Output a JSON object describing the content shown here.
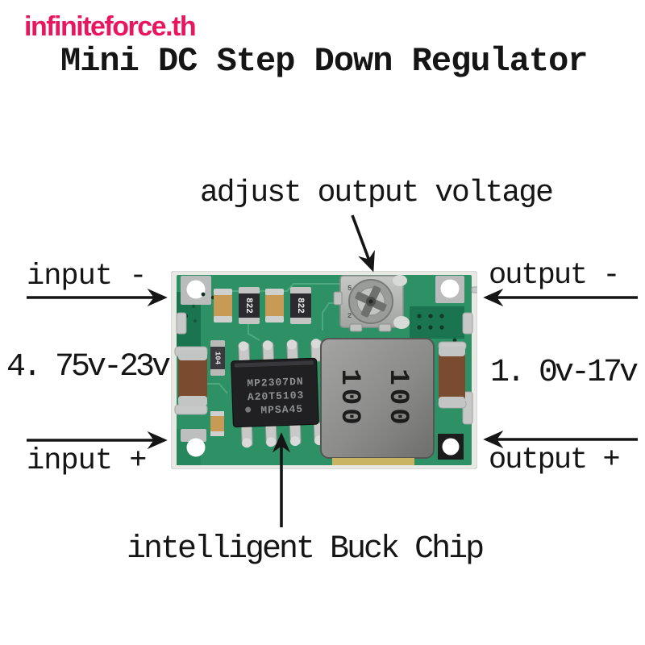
{
  "watermark": {
    "text": "infiniteforce.th",
    "color": "#e9155f"
  },
  "title": "Mini DC Step Down Regulator",
  "annotations": {
    "adjust": "adjust output voltage",
    "input_minus": "input -",
    "input_range": "4. 75v-23v",
    "input_plus": "input +",
    "output_minus": "output -",
    "output_range": "1. 0v-17v",
    "output_plus": "output +",
    "buck_chip": "intelligent Buck Chip"
  },
  "module": {
    "chip_markings": [
      "MP2307DN",
      "A20T5103",
      "MPSA45"
    ],
    "inductor_marking": "100",
    "resistor_markings": [
      "822",
      "822",
      "104"
    ],
    "board_color": "#2e9065",
    "dark_green": "#1b7450",
    "edge_color": "#e8e9e4"
  }
}
